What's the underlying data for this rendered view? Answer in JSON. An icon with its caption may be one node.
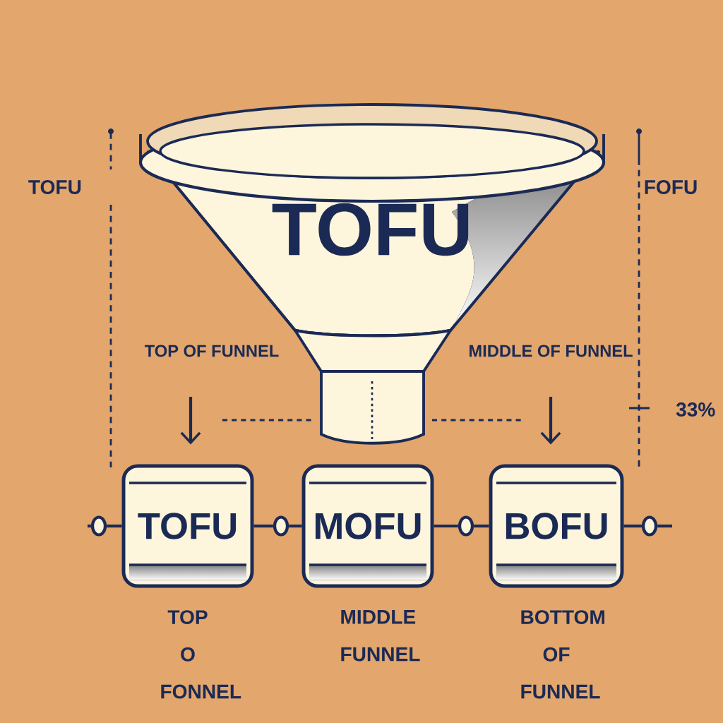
{
  "diagram": {
    "nodes": [
      {
        "text": [
          "TOFU"
        ]
      },
      {
        "text": [
          "TOP OF FUNNEL"
        ]
      },
      {
        "text": [
          "MIDDLE OF FUNNEL"
        ]
      },
      {
        "text": [],
        "shape": "circle"
      },
      {
        "text": [
          "TOFU"
        ],
        "beside": [
          "TOP O FONNEL"
        ]
      },
      {
        "text": [],
        "shape": "circle"
      },
      {
        "text": [
          "MOFU"
        ],
        "beside": [
          "MIDDLE FUNNEL"
        ]
      },
      {
        "text": [],
        "shape": "circle"
      },
      {
        "text": [
          "BOFU"
        ],
        "beside": [
          "BOTTOM OF FUNNEL"
        ]
      },
      {
        "text": [],
        "shape": "circle"
      }
    ],
    "edges": [
      {
        "from": 1,
        "to": 4,
        "arrow": "to"
      },
      {
        "from": 2,
        "to": 8,
        "arrow": "to"
      },
      {
        "from": null,
        "to": 3,
        "arrow": "none"
      },
      {
        "from": 3,
        "to": 4,
        "arrow": "none"
      },
      {
        "from": 4,
        "to": 5,
        "arrow": "none"
      },
      {
        "from": 5,
        "to": 6,
        "arrow": "none"
      },
      {
        "from": 6,
        "to": 7,
        "arrow": "none"
      },
      {
        "from": 7,
        "to": 8,
        "arrow": "none"
      },
      {
        "from": 8,
        "to": 9,
        "arrow": "none"
      },
      {
        "from": 9,
        "to": null,
        "arrow": "none"
      }
    ],
    "labels": [
      "TOFU",
      "FOFU",
      "33%"
    ]
  }
}
